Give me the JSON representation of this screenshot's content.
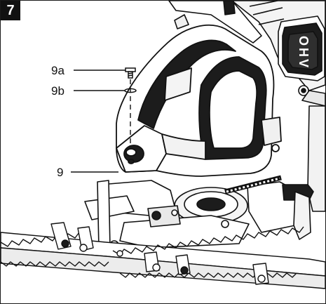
{
  "figure": {
    "number": "7"
  },
  "callouts": [
    {
      "id": "9a",
      "label": "9a"
    },
    {
      "id": "9b",
      "label": "9b"
    },
    {
      "id": "9",
      "label": "9"
    }
  ],
  "engine_cover_lettering": "OHV",
  "colors": {
    "line": "#111111",
    "fill": "#ffffff",
    "shade": "#e6e6e6",
    "dark": "#1c1c1c",
    "badge": "#111111"
  }
}
